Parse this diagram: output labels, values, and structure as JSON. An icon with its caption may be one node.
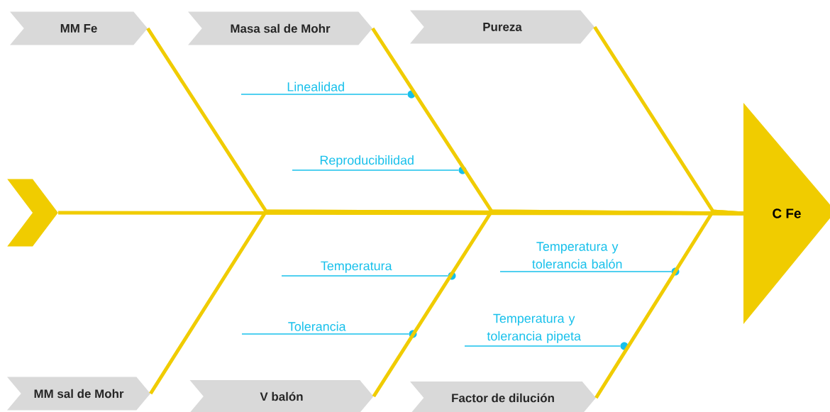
{
  "diagram": {
    "nodes": [
      {
        "text": [
          "MM Fe"
        ]
      },
      {
        "text": [
          "Masa sal de Mohr"
        ]
      },
      {
        "text": [
          "Pureza"
        ]
      },
      {
        "text": [
          "Linealidad"
        ]
      },
      {
        "text": [
          "Reproducibilidad"
        ]
      },
      {
        "text": [],
        "shape": "chevron"
      },
      {
        "text": [
          "C Fe"
        ]
      },
      {
        "text": [
          "Temperatura"
        ]
      },
      {
        "text": [
          "Temperatura y tolerancia balón"
        ]
      },
      {
        "text": [
          "Tolerancia"
        ]
      },
      {
        "text": [
          "Temperatura y tolerancia pipeta"
        ]
      },
      {
        "text": [
          "MM sal de Mohr"
        ]
      },
      {
        "text": [
          "V balón"
        ]
      },
      {
        "text": [
          "Factor de dilución"
        ]
      },
      {
        "text": [],
        "shape": "circle"
      },
      {
        "text": [],
        "shape": "circle"
      },
      {
        "text": [],
        "shape": "circle"
      },
      {
        "text": [],
        "shape": "circle"
      },
      {
        "text": [],
        "shape": "circle"
      },
      {
        "text": [],
        "shape": "circle"
      }
    ],
    "edges": [
      {
        "from": 5,
        "to": 6,
        "arrow": "none"
      },
      {
        "from": 0,
        "to": 6,
        "arrow": "none"
      },
      {
        "from": 1,
        "to": 6,
        "arrow": "none"
      },
      {
        "from": 2,
        "to": 6,
        "arrow": "none"
      },
      {
        "from": 11,
        "to": 6,
        "arrow": "none"
      },
      {
        "from": 12,
        "to": 6,
        "arrow": "none"
      },
      {
        "from": 13,
        "to": 6,
        "arrow": "none"
      },
      {
        "from": 3,
        "to": 14,
        "arrow": "none",
        "color": "#17c0eb"
      },
      {
        "from": 4,
        "to": 15,
        "arrow": "none",
        "color": "#17c0eb"
      },
      {
        "from": 8,
        "to": 16,
        "arrow": "none",
        "color": "#17c0eb"
      },
      {
        "from": 7,
        "to": 17,
        "arrow": "none",
        "color": "#17c0eb"
      },
      {
        "from": 9,
        "to": 18,
        "arrow": "none",
        "color": "#17c0eb"
      },
      {
        "from": 10,
        "to": 19,
        "arrow": "none",
        "color": "#17c0eb"
      }
    ]
  }
}
